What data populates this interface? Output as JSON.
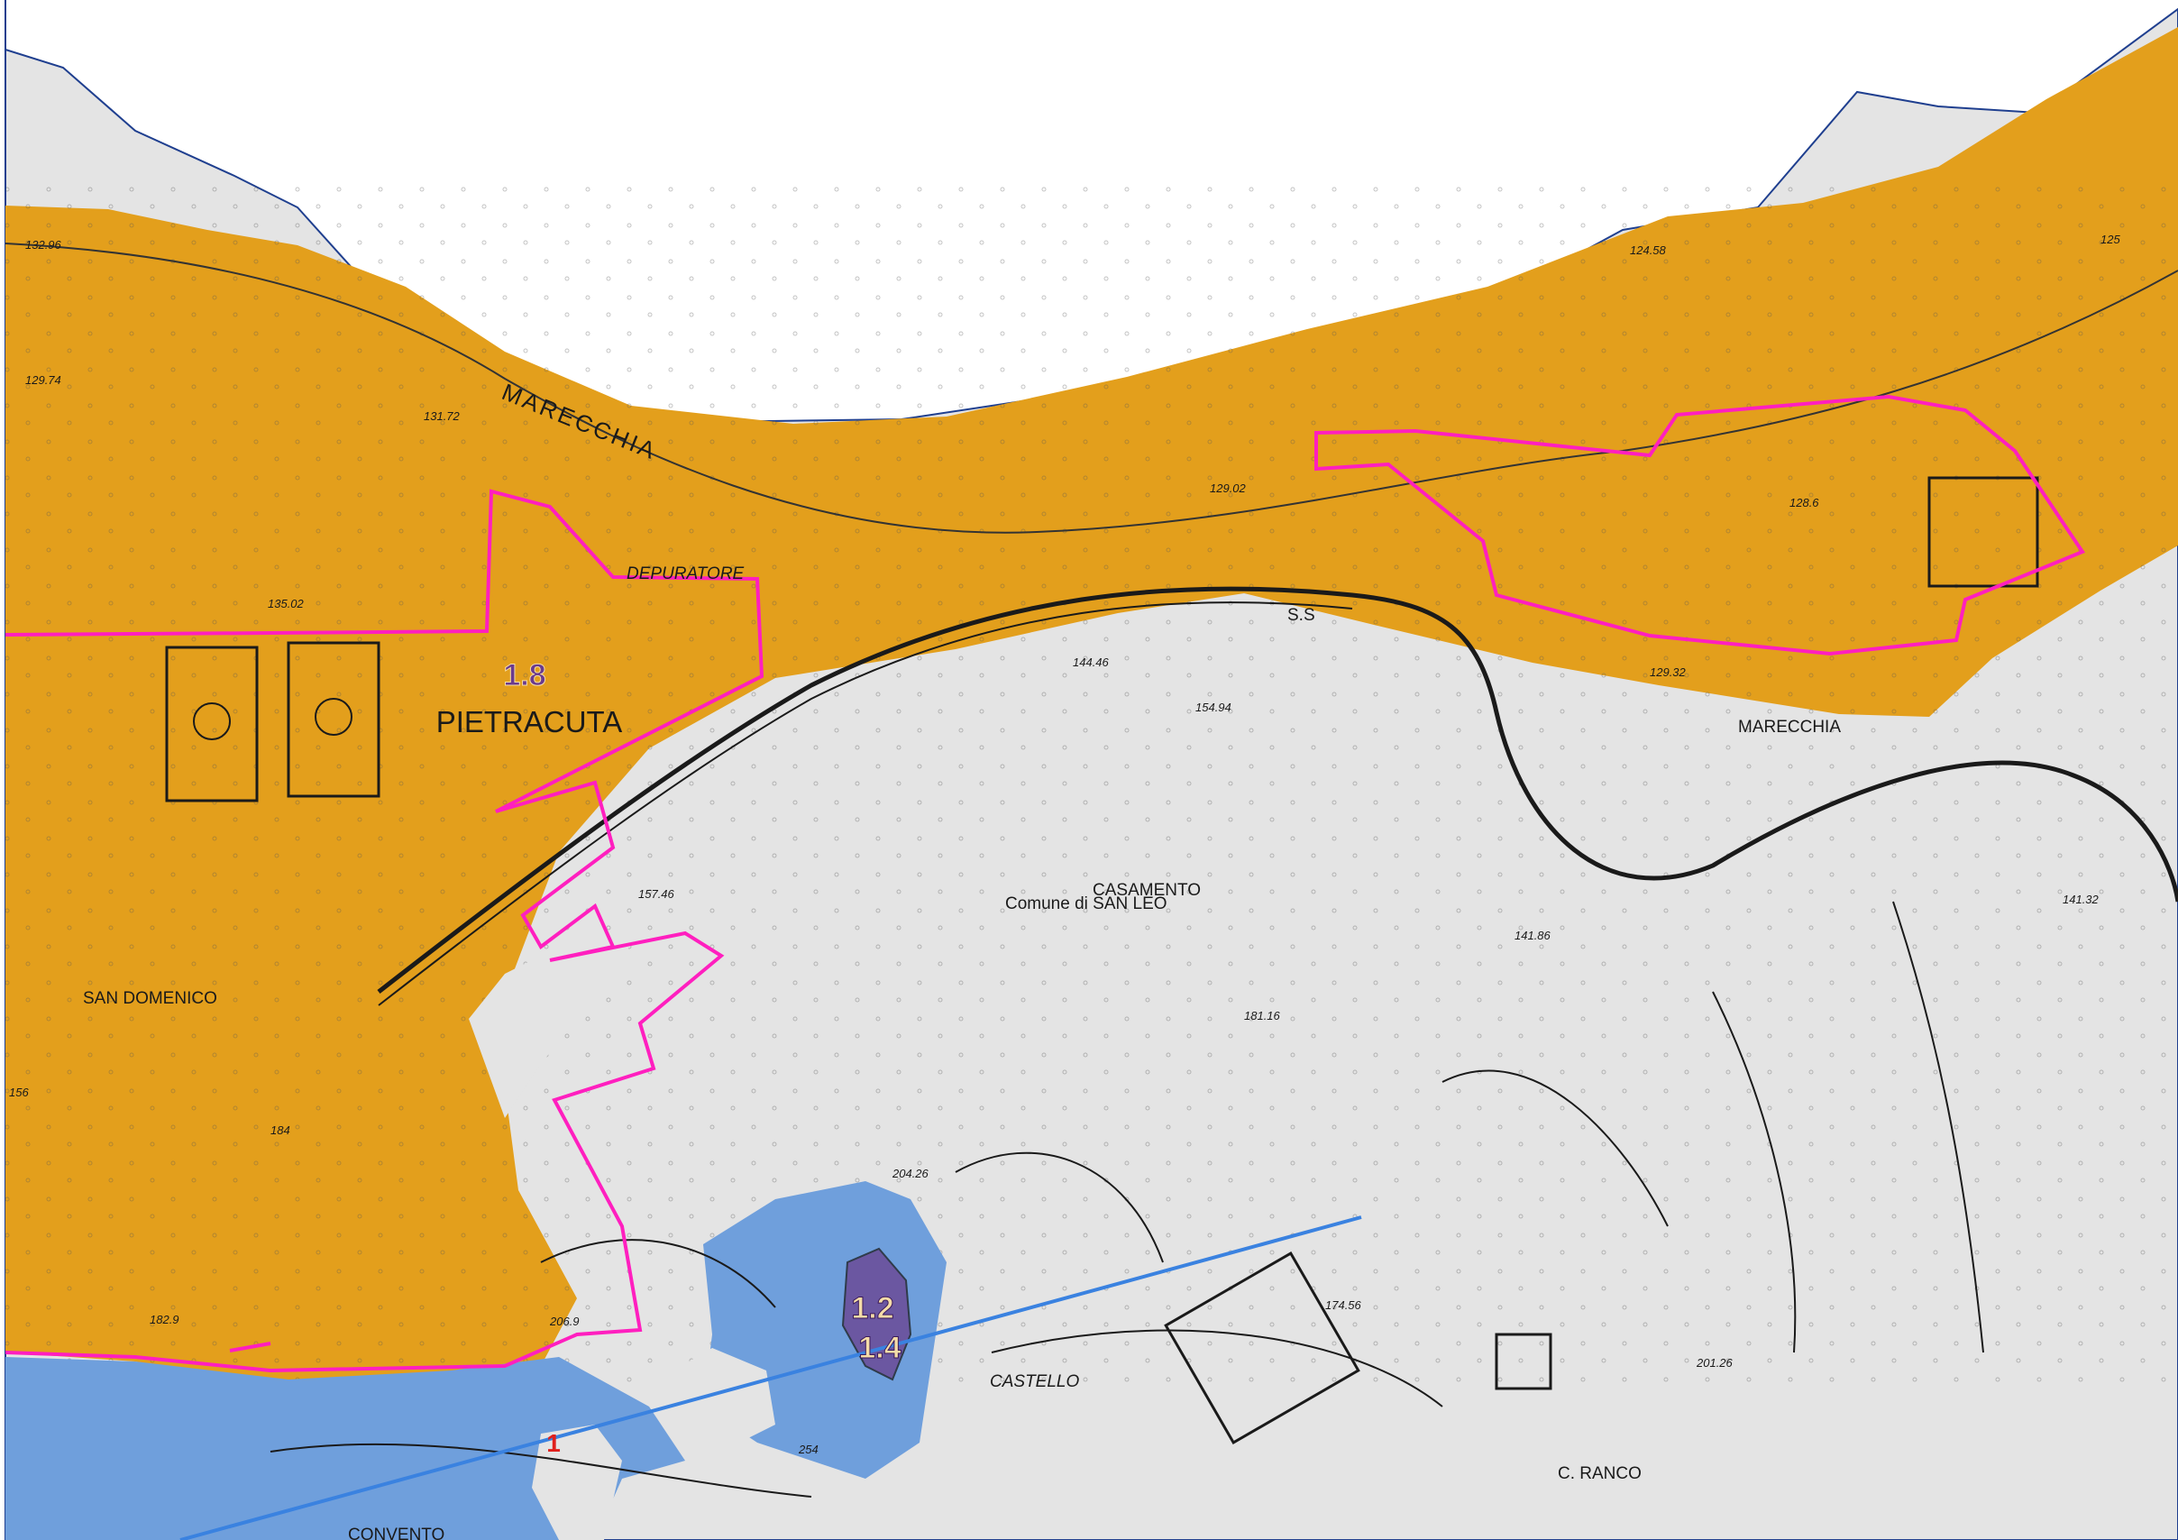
{
  "colors": {
    "background": "#ffffff",
    "terrain": "#e4e4e4",
    "zone_orange": "#e39f1c",
    "zone_blue": "#6f9fdc",
    "zone_blue_deep": "#3e6fcc",
    "boundary_magenta": "#ff1fbf",
    "line_blue": "#3a82e0",
    "zone_code_text": "#f4dca8",
    "zone_code_red": "#e0201c"
  },
  "zone_labels": {
    "zone_1_8": "1.8",
    "zone_1_2": "1.2",
    "zone_1_4": "1.4",
    "zone_1": "1"
  },
  "place_labels": {
    "pietracuta": "PIETRACUTA",
    "marecchia_river": "MARECCHIA",
    "marecchia_road": "MARECCHIA",
    "depuratore": "DEPURATORE",
    "san_domenico": "SAN DOMENICO",
    "casamento": "CASAMENTO",
    "comune": "Comune di SAN LEO",
    "castello": "CASTELLO",
    "c_ranco": "C. RANCO",
    "convento": "CONVENTO",
    "ss": "S.S"
  },
  "elevations": {
    "e1": "132.96",
    "e2": "129.74",
    "e3": "131.72",
    "e4": "135.02",
    "e5": "129.02",
    "e6": "124.58",
    "e7": "125",
    "e8": "128.6",
    "e9": "129.32",
    "e10": "154.94",
    "e11": "144.46",
    "e12": "157.46",
    "e13": "141.86",
    "e14": "141.32",
    "e15": "181.16",
    "e16": "204.26",
    "e17": "174.56",
    "e18": "201.26",
    "e19": "182.9",
    "e20": "206.9",
    "e21": "184",
    "e22": "156",
    "e23": "254"
  }
}
